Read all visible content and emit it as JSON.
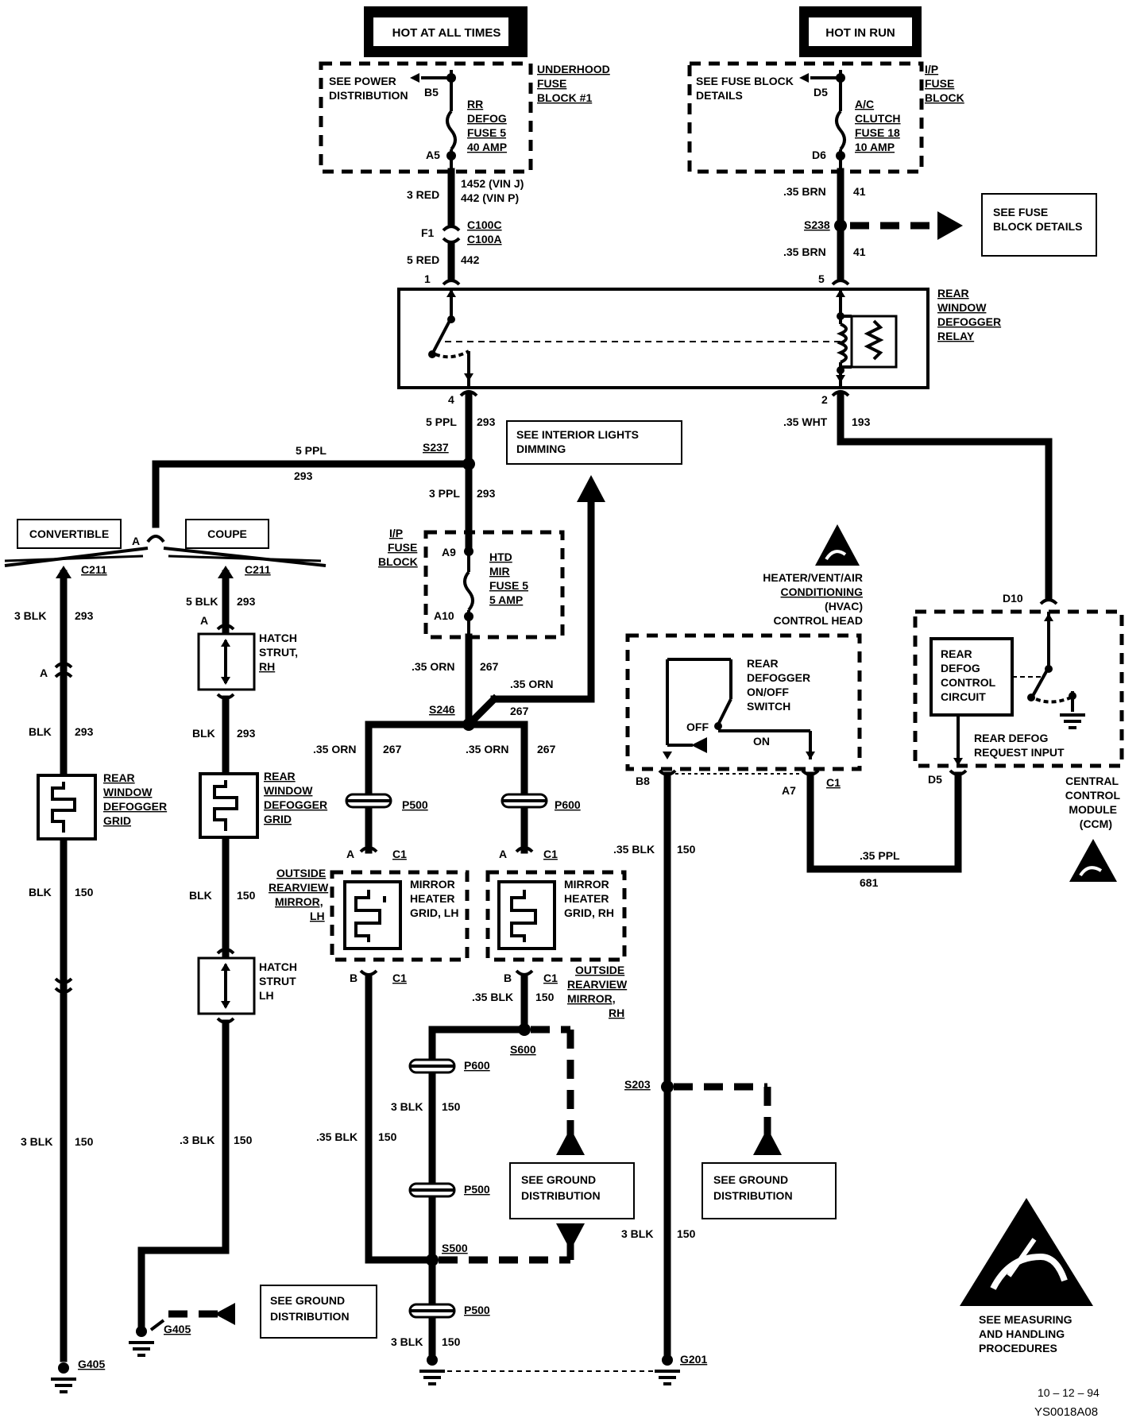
{
  "power": {
    "hot_at_all_times": "HOT AT ALL TIMES",
    "hot_in_run": "HOT IN RUN"
  },
  "underhood_fuse": {
    "see": [
      "SEE POWER",
      "DISTRIBUTION"
    ],
    "block": [
      "UNDERHOOD",
      "FUSE",
      "BLOCK #1"
    ],
    "fuse": [
      "RR",
      "DEFOG",
      "FUSE 5",
      "40 AMP"
    ],
    "pin_in": "B5",
    "pin_out": "A5"
  },
  "ip_fuse_top": {
    "see": [
      "SEE FUSE BLOCK",
      "DETAILS"
    ],
    "block": [
      "I/P",
      "FUSE",
      "BLOCK"
    ],
    "fuse": [
      "A/C",
      "CLUTCH",
      "FUSE 18",
      "10 AMP"
    ],
    "pin_in": "D5",
    "pin_out": "D6"
  },
  "wires": {
    "red3": "3 RED",
    "circ_1452": "1452  (VIN  J)",
    "circ_442a": "442  (VIN  P)",
    "conn_f1": "F1",
    "c100c": "C100C",
    "c100a": "C100A",
    "red5": "5 RED",
    "circ_442": "442",
    "brn1": ".35 BRN",
    "c41a": "41",
    "s238": "S238",
    "brn2": ".35 BRN",
    "c41b": "41",
    "see_fuse_block": [
      "SEE FUSE",
      "BLOCK DETAILS"
    ],
    "pin1": "1",
    "pin5": "5",
    "pin4": "4",
    "pin2": "2",
    "ppl5": "5 PPL",
    "c293": "293",
    "wht": ".35 WHT",
    "c193": "193",
    "s237": "S237",
    "ppl5b": "5 PPL",
    "c293b": "293",
    "see_interior": [
      "SEE INTERIOR LIGHTS",
      "DIMMING"
    ],
    "ppl3": "3 PPL",
    "c293c": "293",
    "orn1": ".35 ORN",
    "c267a": "267",
    "orn2": ".35 ORN",
    "s246": "S246",
    "c267b": "267",
    "orn3": ".35 ORN",
    "c267c": "267",
    "orn4": ".35 ORN",
    "c267d": "267",
    "p500": "P500",
    "p600": "P600",
    "a": "A",
    "c1": "C1",
    "b": "B",
    "blk35": ".35 BLK",
    "c150": "150",
    "s600": "S600",
    "blk3": "3 BLK",
    "s500": "S500",
    "s203": "S203",
    "g201": "G201",
    "g405": "G405",
    "b8": "B8",
    "a7": "A7",
    "d10": "D10",
    "d5": "D5",
    "ppl35": ".35 PPL",
    "c681": "681"
  },
  "relay": [
    "REAR",
    "WINDOW",
    "DEFOGGER",
    "RELAY"
  ],
  "ip_fuse_mid": {
    "block": [
      "I/P",
      "FUSE",
      "BLOCK"
    ],
    "fuse": [
      "HTD",
      "MIR",
      "FUSE 5",
      "5 AMP"
    ],
    "a9": "A9",
    "a10": "A10"
  },
  "variants": {
    "convertible": "CONVERTIBLE",
    "coupe": "COUPE",
    "a": "A"
  },
  "left": {
    "c211": "C211",
    "blk3": "3  BLK",
    "c293": "293",
    "a": "A",
    "blk": "BLK",
    "grid": [
      "REAR",
      "WINDOW",
      "DEFOGGER",
      "GRID"
    ],
    "c150": "150",
    "blk3b": "3 BLK",
    "g405": "G405",
    "blk5": "5 BLK",
    "strut_rh": [
      "HATCH",
      "STRUT,",
      "RH"
    ],
    "strut_lh": [
      "HATCH",
      "STRUT",
      "LH"
    ],
    "blk3c": ".3 BLK"
  },
  "mirrors": {
    "lh_label": [
      "OUTSIDE",
      "REARVIEW",
      "MIRROR,",
      "LH"
    ],
    "lh_grid": [
      "MIRROR",
      "HEATER",
      "GRID, LH"
    ],
    "rh_grid": [
      "MIRROR",
      "HEATER",
      "GRID, RH"
    ],
    "rh_label": [
      "OUTSIDE",
      "REARVIEW",
      "MIRROR,",
      "RH"
    ]
  },
  "hvac": {
    "title": [
      "HEATER/VENT/AIR",
      "CONDITIONING",
      "(HVAC)",
      "CONTROL HEAD"
    ],
    "switch": [
      "REAR",
      "DEFOGGER",
      "ON/OFF",
      "SWITCH"
    ],
    "off": "OFF",
    "on": "ON"
  },
  "ccm": {
    "circuit": [
      "REAR",
      "DEFOG",
      "CONTROL",
      "CIRCUIT"
    ],
    "input": [
      "REAR DEFOG",
      "REQUEST INPUT"
    ],
    "title": [
      "CENTRAL",
      "CONTROL",
      "MODULE",
      "(CCM)"
    ]
  },
  "ground_dist": [
    "SEE  GROUND",
    "DISTRIBUTION"
  ],
  "esd": [
    "SEE MEASURING",
    "AND HANDLING",
    "PROCEDURES"
  ],
  "footer": {
    "date": "10 – 12 – 94",
    "code": "YS0018A08"
  }
}
